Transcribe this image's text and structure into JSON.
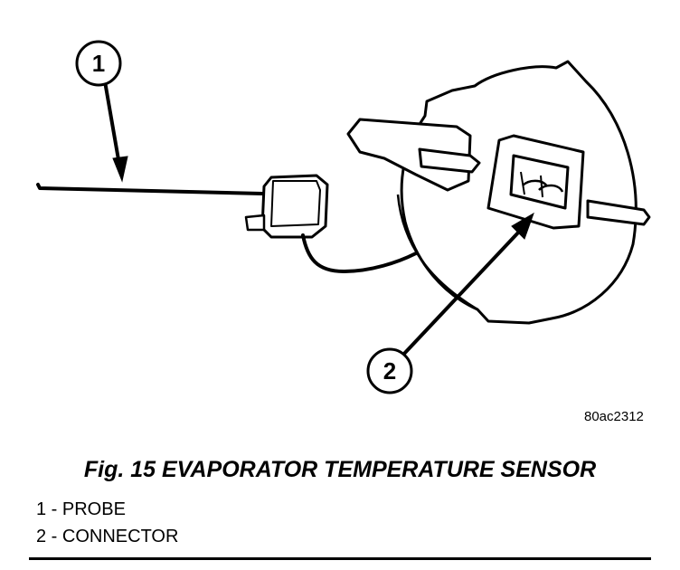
{
  "callouts": [
    "1",
    "2"
  ],
  "figure_id": "80ac2312",
  "caption": "Fig. 15 EVAPORATOR TEMPERATURE SENSOR",
  "legend": [
    "1 - PROBE",
    "2 - CONNECTOR"
  ]
}
